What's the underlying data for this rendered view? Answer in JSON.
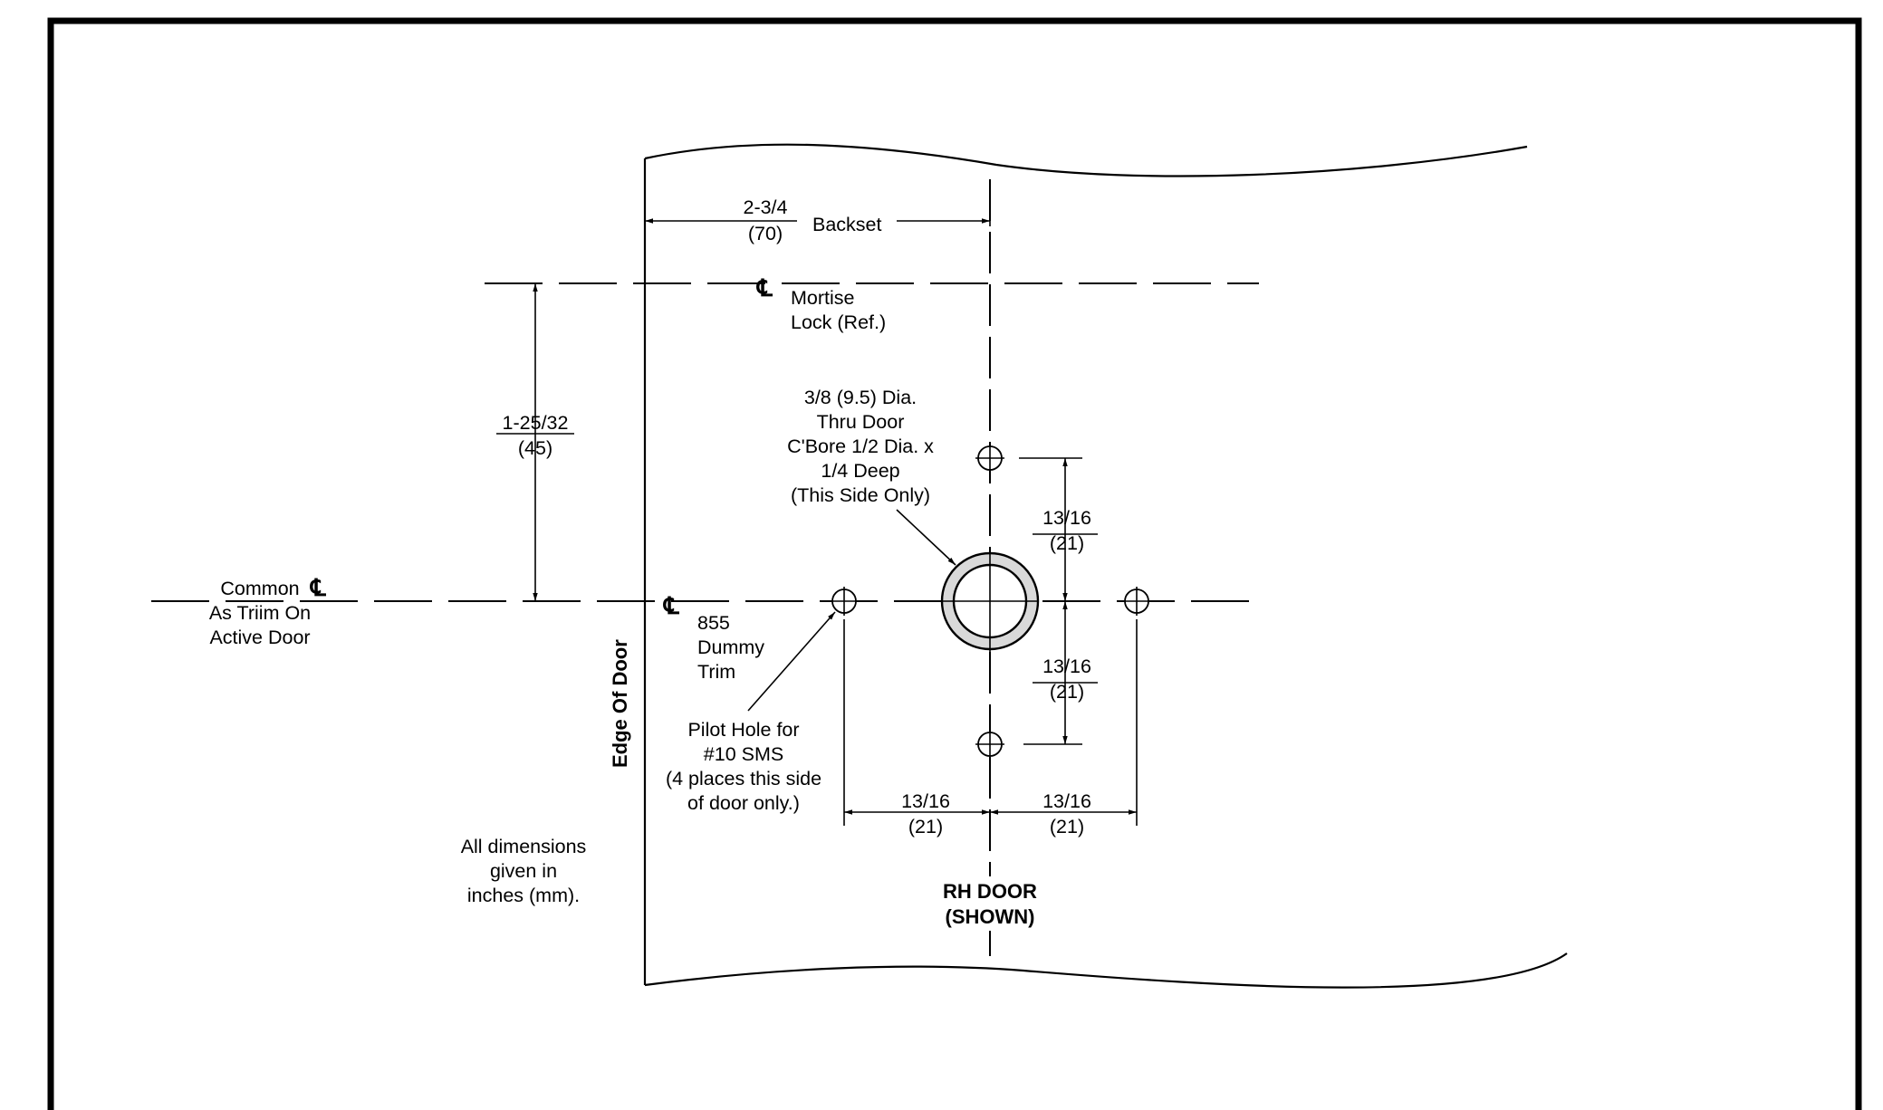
{
  "labels": {
    "backset_frac": "2-3/4",
    "backset_mm": "(70)",
    "backset": "Backset",
    "mortise_line1": "Mortise",
    "mortise_line2": "Lock (Ref.)",
    "offset_frac": "1-25/32",
    "offset_mm": "(45)",
    "hole_note": [
      "3/8 (9.5) Dia.",
      "Thru Door",
      "C'Bore 1/2 Dia. x",
      "1/4 Deep",
      "(This Side Only)"
    ],
    "common_lines": [
      "Common",
      "As Triim On",
      "Active Door"
    ],
    "dummy_lines": [
      "855",
      "Dummy",
      "Trim"
    ],
    "edge_of_door": "Edge Of Door",
    "pilot_note": [
      "Pilot Hole for",
      "#10 SMS",
      "(4 places this side",
      "of door only.)"
    ],
    "dim_frac": "13/16",
    "dim_mm": "(21)",
    "units_note": [
      "All dimensions",
      "given in",
      "inches (mm)."
    ],
    "rh_door": "RH DOOR",
    "shown": "(SHOWN)",
    "centerline_symbol": "℄"
  }
}
